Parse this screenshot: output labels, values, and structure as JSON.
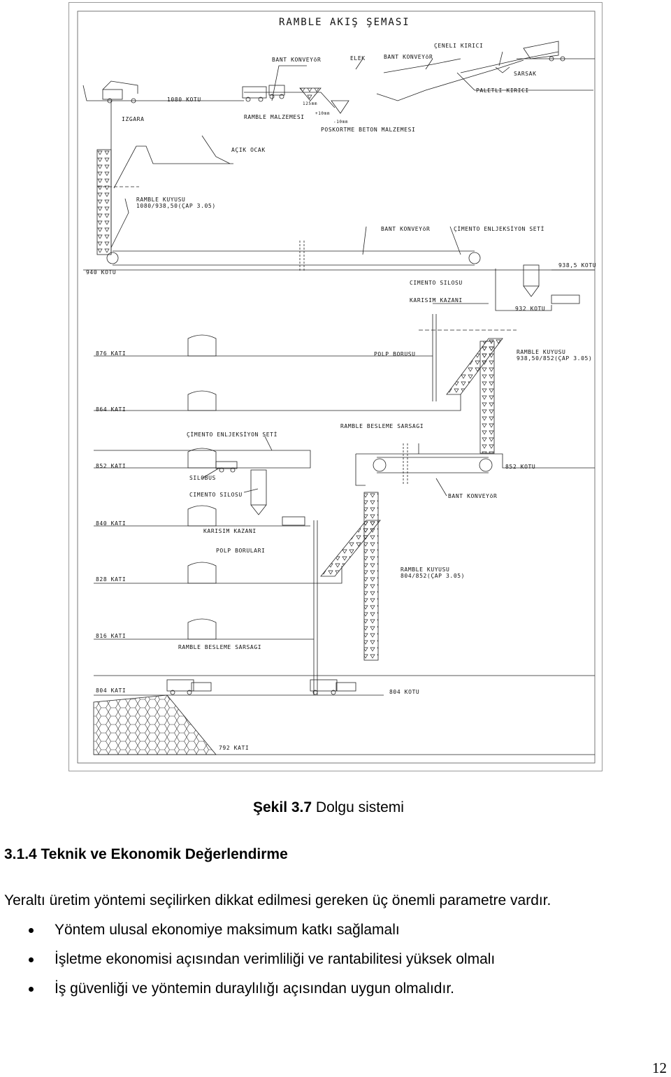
{
  "figure": {
    "title": "RAMBLE AKIŞ ŞEMASI",
    "labels": {
      "bant_konveyor_1": "BANT KONVEYöR",
      "elek": "ELEK",
      "bant_konveyor_2": "BANT KONVEYöR",
      "ceneli_kirici": "ÇENELI KIRICI",
      "sarsak": "SARSAK",
      "paletli_kirici": "PALETLI KIRICI",
      "kotu_1080": "1080 KOTU",
      "izgara": "IZGARA",
      "ramble_malzemesi": "RAMBLE MALZEMESI",
      "size_125": "125mm",
      "size_10a": "+10mm",
      "size_10b": "-10mm",
      "poskortme": "POSKORTME BETON MALZEMESI",
      "acik_ocak": "AÇIK OCAK",
      "ramble_kuyusu_1": "RAMBLE KUYUSU",
      "ramble_kuyusu_1_dim": "1080/938,50(ÇAP 3.05)",
      "bant_konveyor_3": "BANT KONVEYöR",
      "cimento_enj_1": "ÇİMENTO ENLJEKSİYON SETİ",
      "kotu_940": "940 KOTU",
      "kotu_9385": "938,5 KOTU",
      "cimento_silosu_1": "CIMENTO SILOSU",
      "karisim_kazani_1": "KARISIM KAZANI",
      "kotu_932": "932 KOTU",
      "kat_876": "876 KATI",
      "polp_borusu": "POLP BORUSU",
      "ramble_kuyusu_2": "RAMBLE KUYUSU",
      "ramble_kuyusu_2_dim": "938,50/852(ÇAP 3.05)",
      "kat_864": "864 KATI",
      "ramble_besleme_1": "RAMBLE BESLEME SARSAGI",
      "cimento_enj_2": "ÇİMENTO ENLJEKSİYON SETİ",
      "kat_852": "852 KATI",
      "kotu_852": "852 KOTU",
      "silobus": "SILOBUS",
      "cimento_silosu_2": "CIMENTO SILOSU",
      "bant_konveyor_4": "BANT KONVEYöR",
      "kat_840": "840 KATI",
      "karisim_kazani_2": "KARISIM KAZANI",
      "polp_borulari": "POLP BORULARI",
      "ramble_kuyusu_3": "RAMBLE KUYUSU",
      "ramble_kuyusu_3_dim": "804/852(ÇAP 3.05)",
      "kat_828": "828 KATI",
      "kat_816": "816 KATI",
      "ramble_besleme_2": "RAMBLE BESLEME SARSAGI",
      "kat_804": "804 KATI",
      "kotu_804": "804 KOTU",
      "kat_792": "792 KATI"
    }
  },
  "caption": {
    "label": "Şekil 3.7",
    "text": " Dolgu sistemi"
  },
  "section": {
    "heading": "3.1.4 Teknik ve Ekonomik Değerlendirme",
    "intro": "Yeraltı üretim yöntemi seçilirken dikkat edilmesi gereken üç önemli parametre vardır.",
    "bullets": [
      "Yöntem ulusal ekonomiye maksimum katkı sağlamalı",
      "İşletme ekonomisi açısından verimliliği ve rantabilitesi yüksek olmalı",
      "İş güvenliği ve yöntemin duraylılığı açısından uygun olmalıdır."
    ]
  },
  "page_number": "12"
}
